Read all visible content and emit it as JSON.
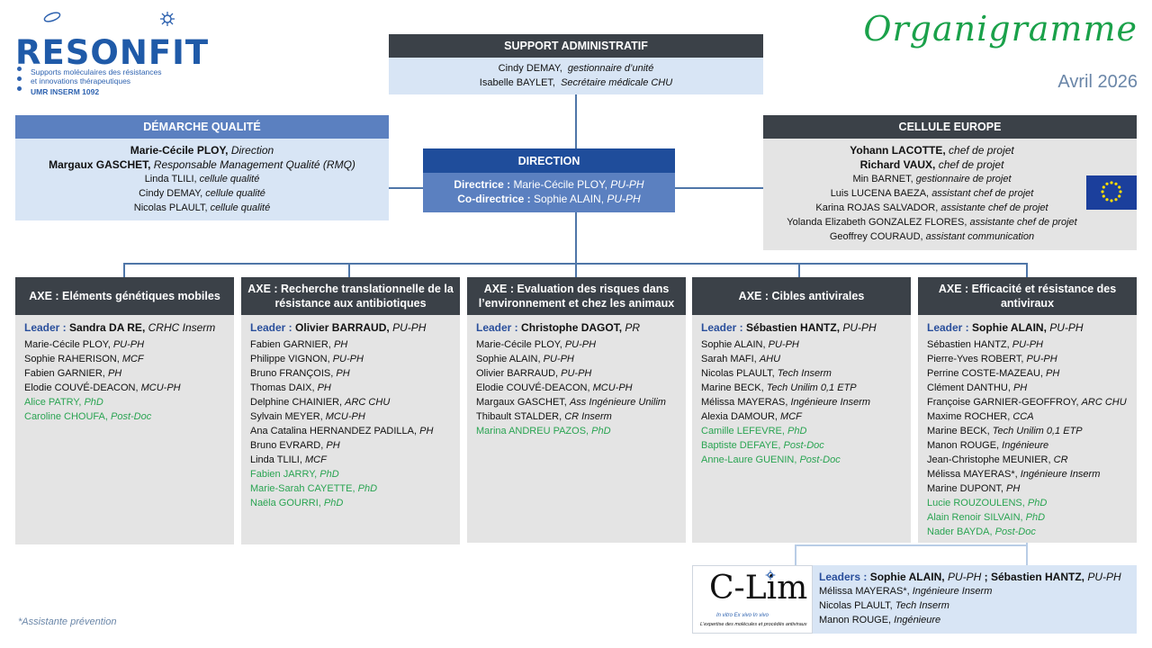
{
  "header": {
    "logo_word": "RESONFIT",
    "logo_sub_1": "Supports moléculaires des résistances",
    "logo_sub_2": "et innovations thérapeutiques",
    "logo_sub_3": "UMR INSERM 1092",
    "title": "Organigramme",
    "date": "Avril 2026"
  },
  "support": {
    "title": "SUPPORT ADMINISTRATIF",
    "members": [
      {
        "name": "Cindy DEMAY,",
        "role": "gestionnaire d’unité"
      },
      {
        "name": "Isabelle BAYLET,",
        "role": "Secrétaire médicale CHU"
      }
    ]
  },
  "qualite": {
    "title": "DÉMARCHE QUALITÉ",
    "members": [
      {
        "name": "Marie-Cécile PLOY,",
        "role": "Direction"
      },
      {
        "name": "Margaux GASCHET,",
        "role": "Responsable Management Qualité (RMQ)"
      },
      {
        "name": "Linda TLILI,",
        "role": "cellule qualité"
      },
      {
        "name": "Cindy DEMAY,",
        "role": "cellule qualité"
      },
      {
        "name": "Nicolas PLAULT,",
        "role": "cellule qualité"
      }
    ]
  },
  "direction": {
    "title": "DIRECTION",
    "line1_label": "Directrice :",
    "line1_name": "Marie-Cécile PLOY,",
    "line1_role": "PU-PH",
    "line2_label": "Co-directrice :",
    "line2_name": "Sophie ALAIN,",
    "line2_role": "PU-PH"
  },
  "europe": {
    "title": "CELLULE EUROPE",
    "members": [
      {
        "name": "Yohann LACOTTE,",
        "role": "chef de projet"
      },
      {
        "name": "Richard VAUX,",
        "role": "chef de projet"
      },
      {
        "name": "Min BARNET,",
        "role": "gestionnaire de projet"
      },
      {
        "name": "Luis LUCENA BAEZA,",
        "role": "assistant chef de projet"
      },
      {
        "name": "Karina ROJAS SALVADOR,",
        "role": "assistante chef de projet"
      },
      {
        "name": "Yolanda Elizabeth GONZALEZ FLORES,",
        "role": "assistante chef de projet"
      },
      {
        "name": "Geoffrey COURAUD,",
        "role": "assistant communication"
      }
    ]
  },
  "axes": [
    {
      "title": "AXE : Eléments génétiques mobiles",
      "leader_label": "Leader :",
      "leader_name": "Sandra DA RE,",
      "leader_role": "CRHC Inserm",
      "members": [
        {
          "name": "Marie-Cécile PLOY,",
          "role": "PU-PH",
          "green": false
        },
        {
          "name": "Sophie RAHERISON,",
          "role": "MCF",
          "green": false
        },
        {
          "name": "Fabien GARNIER,",
          "role": "PH",
          "green": false
        },
        {
          "name": "Elodie COUVÉ-DEACON,",
          "role": "MCU-PH",
          "green": false
        },
        {
          "name": "Alice PATRY,",
          "role": "PhD",
          "green": true
        },
        {
          "name": "Caroline CHOUFA,",
          "role": "Post-Doc",
          "green": true
        }
      ]
    },
    {
      "title": "AXE : Recherche translationnelle de la résistance aux antibiotiques",
      "leader_label": "Leader :",
      "leader_name": "Olivier BARRAUD,",
      "leader_role": "PU-PH",
      "members": [
        {
          "name": "Fabien GARNIER,",
          "role": "PH",
          "green": false
        },
        {
          "name": "Philippe VIGNON,",
          "role": "PU-PH",
          "green": false
        },
        {
          "name": "Bruno FRANÇOIS,",
          "role": "PH",
          "green": false
        },
        {
          "name": "Thomas DAIX,",
          "role": "PH",
          "green": false
        },
        {
          "name": "Delphine CHAINIER,",
          "role": "ARC CHU",
          "green": false
        },
        {
          "name": "Sylvain MEYER,",
          "role": "MCU-PH",
          "green": false
        },
        {
          "name": "Ana Catalina HERNANDEZ PADILLA,",
          "role": "PH",
          "green": false
        },
        {
          "name": "Bruno EVRARD,",
          "role": "PH",
          "green": false
        },
        {
          "name": "Linda TLILI,",
          "role": "MCF",
          "green": false
        },
        {
          "name": "Fabien JARRY,",
          "role": "PhD",
          "green": true
        },
        {
          "name": "Marie-Sarah CAYETTE,",
          "role": "PhD",
          "green": true
        },
        {
          "name": "Naëla GOURRI,",
          "role": "PhD",
          "green": true
        }
      ]
    },
    {
      "title": "AXE : Evaluation des risques dans l’environnement et chez les animaux",
      "leader_label": "Leader :",
      "leader_name": "Christophe DAGOT,",
      "leader_role": "PR",
      "members": [
        {
          "name": "Marie-Cécile PLOY,",
          "role": "PU-PH",
          "green": false
        },
        {
          "name": "Sophie ALAIN,",
          "role": "PU-PH",
          "green": false
        },
        {
          "name": "Olivier BARRAUD,",
          "role": "PU-PH",
          "green": false
        },
        {
          "name": "Elodie COUVÉ-DEACON,",
          "role": "MCU-PH",
          "green": false
        },
        {
          "name": "Margaux GASCHET,",
          "role": "Ass Ingénieure Unilim",
          "green": false
        },
        {
          "name": "Thibault STALDER,",
          "role": "CR Inserm",
          "green": false
        },
        {
          "name": "Marina ANDREU PAZOS,",
          "role": "PhD",
          "green": true
        }
      ]
    },
    {
      "title": "AXE : Cibles antivirales",
      "leader_label": "Leader :",
      "leader_name": "Sébastien HANTZ,",
      "leader_role": "PU-PH",
      "members": [
        {
          "name": "Sophie ALAIN,",
          "role": "PU-PH",
          "green": false
        },
        {
          "name": "Sarah MAFI,",
          "role": "AHU",
          "green": false
        },
        {
          "name": "Nicolas PLAULT,",
          "role": "Tech Inserm",
          "green": false
        },
        {
          "name": "Marine BECK,",
          "role": "Tech Unilim 0,1 ETP",
          "green": false
        },
        {
          "name": "Mélissa MAYERAS,",
          "role": "Ingénieure Inserm",
          "green": false
        },
        {
          "name": "Alexia DAMOUR,",
          "role": "MCF",
          "green": false
        },
        {
          "name": "Camille LEFEVRE,",
          "role": "PhD",
          "green": true
        },
        {
          "name": "Baptiste DEFAYE,",
          "role": "Post-Doc",
          "green": true
        },
        {
          "name": "Anne-Laure GUENIN,",
          "role": "Post-Doc",
          "green": true
        }
      ]
    },
    {
      "title": "AXE : Efficacité et résistance des antiviraux",
      "leader_label": "Leader :",
      "leader_name": "Sophie ALAIN,",
      "leader_role": "PU-PH",
      "members": [
        {
          "name": "Sébastien HANTZ,",
          "role": "PU-PH",
          "green": false
        },
        {
          "name": "Pierre-Yves ROBERT,",
          "role": "PU-PH",
          "green": false
        },
        {
          "name": "Perrine COSTE-MAZEAU,",
          "role": "PH",
          "green": false
        },
        {
          "name": "Clément DANTHU,",
          "role": "PH",
          "green": false
        },
        {
          "name": "Françoise GARNIER-GEOFFROY,",
          "role": "ARC CHU",
          "green": false
        },
        {
          "name": "Maxime ROCHER,",
          "role": "CCA",
          "green": false
        },
        {
          "name": "Marine BECK,",
          "role": "Tech Unilim 0,1 ETP",
          "green": false
        },
        {
          "name": "Manon ROUGE,",
          "role": "Ingénieure",
          "green": false
        },
        {
          "name": "Jean-Christophe MEUNIER,",
          "role": "CR",
          "green": false
        },
        {
          "name": "Mélissa MAYERAS*,",
          "role": "Ingénieure Inserm",
          "green": false
        },
        {
          "name": "Marine DUPONT,",
          "role": "PH",
          "green": false
        },
        {
          "name": "Lucie ROUZOULENS,",
          "role": "PhD",
          "green": true
        },
        {
          "name": "Alain Renoir SILVAIN,",
          "role": "PhD",
          "green": true
        },
        {
          "name": "Nader BAYDA,",
          "role": "Post-Doc",
          "green": true
        }
      ]
    }
  ],
  "clim": {
    "logo_word": "C-Lim",
    "logo_sub": "In vitro   Ex vivo   In vivo",
    "logo_tag": "L'expertise des molécules et procédés antiviraux",
    "leaders_label": "Leaders :",
    "leaders_1_name": "Sophie ALAIN,",
    "leaders_1_role": "PU-PH",
    "leaders_sep": ";",
    "leaders_2_name": "Sébastien HANTZ,",
    "leaders_2_role": "PU-PH",
    "members": [
      {
        "name": "Mélissa MAYERAS*,",
        "role": "Ingénieure Inserm"
      },
      {
        "name": "Nicolas PLAULT,",
        "role": "Tech Inserm"
      },
      {
        "name": "Manon ROUGE,",
        "role": "Ingénieure"
      }
    ]
  },
  "footnote": "*Assistante prévention"
}
